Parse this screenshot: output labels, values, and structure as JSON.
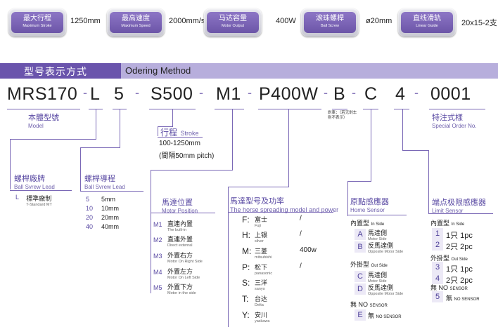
{
  "specs": [
    {
      "cn": "最大行程",
      "en": "Maximum Stroke",
      "value": "1250mm"
    },
    {
      "cn": "最高速度",
      "en": "Maximum Speed",
      "value": "2000mm/s"
    },
    {
      "cn": "马达容量",
      "en": "Motor Output",
      "value": "400W"
    },
    {
      "cn": "滚珠螺桿",
      "en": "Ball Screw",
      "value": "ø20mm"
    },
    {
      "cn": "直线滑轨",
      "en": "Linear Guide",
      "value": "20x15-2支"
    }
  ],
  "header": {
    "cn": "型号表示方式",
    "en": "Odering Method"
  },
  "code": {
    "p1": "MRS170",
    "p2": "L",
    "p3": "5",
    "p4": "S500",
    "p5": "M1",
    "p6": "P400W",
    "p7": "B",
    "p8": "C",
    "p9": "4",
    "p10": "0001"
  },
  "model": {
    "cn": "本體型號",
    "en": "Model"
  },
  "stroke": {
    "cn": "行程",
    "en": "Stroke",
    "range": "100-1250mm",
    "pitch": "(間隔50mm pitch)"
  },
  "brake_note": "剎車：（若无剎车则不表示）",
  "special": {
    "cn": "特注式樣",
    "en": "Special Order No."
  },
  "ball_lead": {
    "cn": "螺桿廠牌",
    "en": "Ball Svrew Lead",
    "code": "L",
    "label": "標準廠制",
    "label_en": "T-Standard MT"
  },
  "screw_lead": {
    "cn": "螺桿導程",
    "en": "Ball Svrew Lead",
    "rows": [
      {
        "k": "5",
        "v": "5mm"
      },
      {
        "k": "10",
        "v": "10mm"
      },
      {
        "k": "20",
        "v": "20mm"
      },
      {
        "k": "40",
        "v": "40mm"
      }
    ]
  },
  "motor_pos": {
    "cn": "馬達位置",
    "en": "Motor Position",
    "rows": [
      {
        "k": "M1",
        "cn": "直連內置",
        "en": "The built-in"
      },
      {
        "k": "M2",
        "cn": "直連外置",
        "en": "Direct external"
      },
      {
        "k": "M3",
        "cn": "外置右方",
        "en": "Motor On Right Side"
      },
      {
        "k": "M4",
        "cn": "外置左方",
        "en": "Motor On Left Side"
      },
      {
        "k": "M5",
        "cn": "外置下方",
        "en": "Motor in the side"
      }
    ]
  },
  "motor": {
    "cn": "馬達型号及功率",
    "en": "The horse spreading model and power",
    "rows": [
      {
        "k": "F:",
        "cn": "富士",
        "en": "Fuji",
        "v": "/"
      },
      {
        "k": "H:",
        "cn": "上银",
        "en": "silver",
        "v": "/"
      },
      {
        "k": "M:",
        "cn": "三菱",
        "en": "mitsubishi",
        "v": "400w"
      },
      {
        "k": "P:",
        "cn": "松下",
        "en": "panasonic",
        "v": "/"
      },
      {
        "k": "S:",
        "cn": "三洋",
        "en": "sanyo",
        "v": ""
      },
      {
        "k": "T:",
        "cn": "台达",
        "en": "Delta",
        "v": ""
      },
      {
        "k": "Y:",
        "cn": "安川",
        "en": "yaskawa",
        "v": ""
      }
    ]
  },
  "home": {
    "cn": "原點感應器",
    "en": "Home Sensor",
    "inside": "內置型",
    "inside_en": "In Side",
    "outside": "外掛型",
    "outside_en": "Out Side",
    "rows_in": [
      {
        "k": "A",
        "cn": "馬達側",
        "en": "Motor Side"
      },
      {
        "k": "B",
        "cn": "反馬達側",
        "en": "Opposite Motor Side"
      }
    ],
    "rows_out": [
      {
        "k": "C",
        "cn": "馬達側",
        "en": "Motor Side"
      },
      {
        "k": "D",
        "cn": "反馬達側",
        "en": "Opposite Motor Side"
      }
    ],
    "none_label": "無 NO",
    "none_en": "SENSOR",
    "e_k": "E",
    "e_cn": "無",
    "e_en": "NO SENSOR"
  },
  "limit": {
    "cn": "端点极限感應器",
    "en": "Limit Sensor",
    "inside": "內置型",
    "inside_en": "In Side",
    "outside": "外掛型",
    "outside_en": "Out Side",
    "rows_in": [
      {
        "k": "1",
        "v": "1只 1pc"
      },
      {
        "k": "2",
        "v": "2只 2pc"
      }
    ],
    "rows_out": [
      {
        "k": "3",
        "v": "1只 1pc"
      },
      {
        "k": "4",
        "v": "2只 2pc"
      }
    ],
    "none_label": "無 NO",
    "none_en": "SENSOR",
    "e_k": "5",
    "e_cn": "無",
    "e_en": "NO SENSOR"
  }
}
